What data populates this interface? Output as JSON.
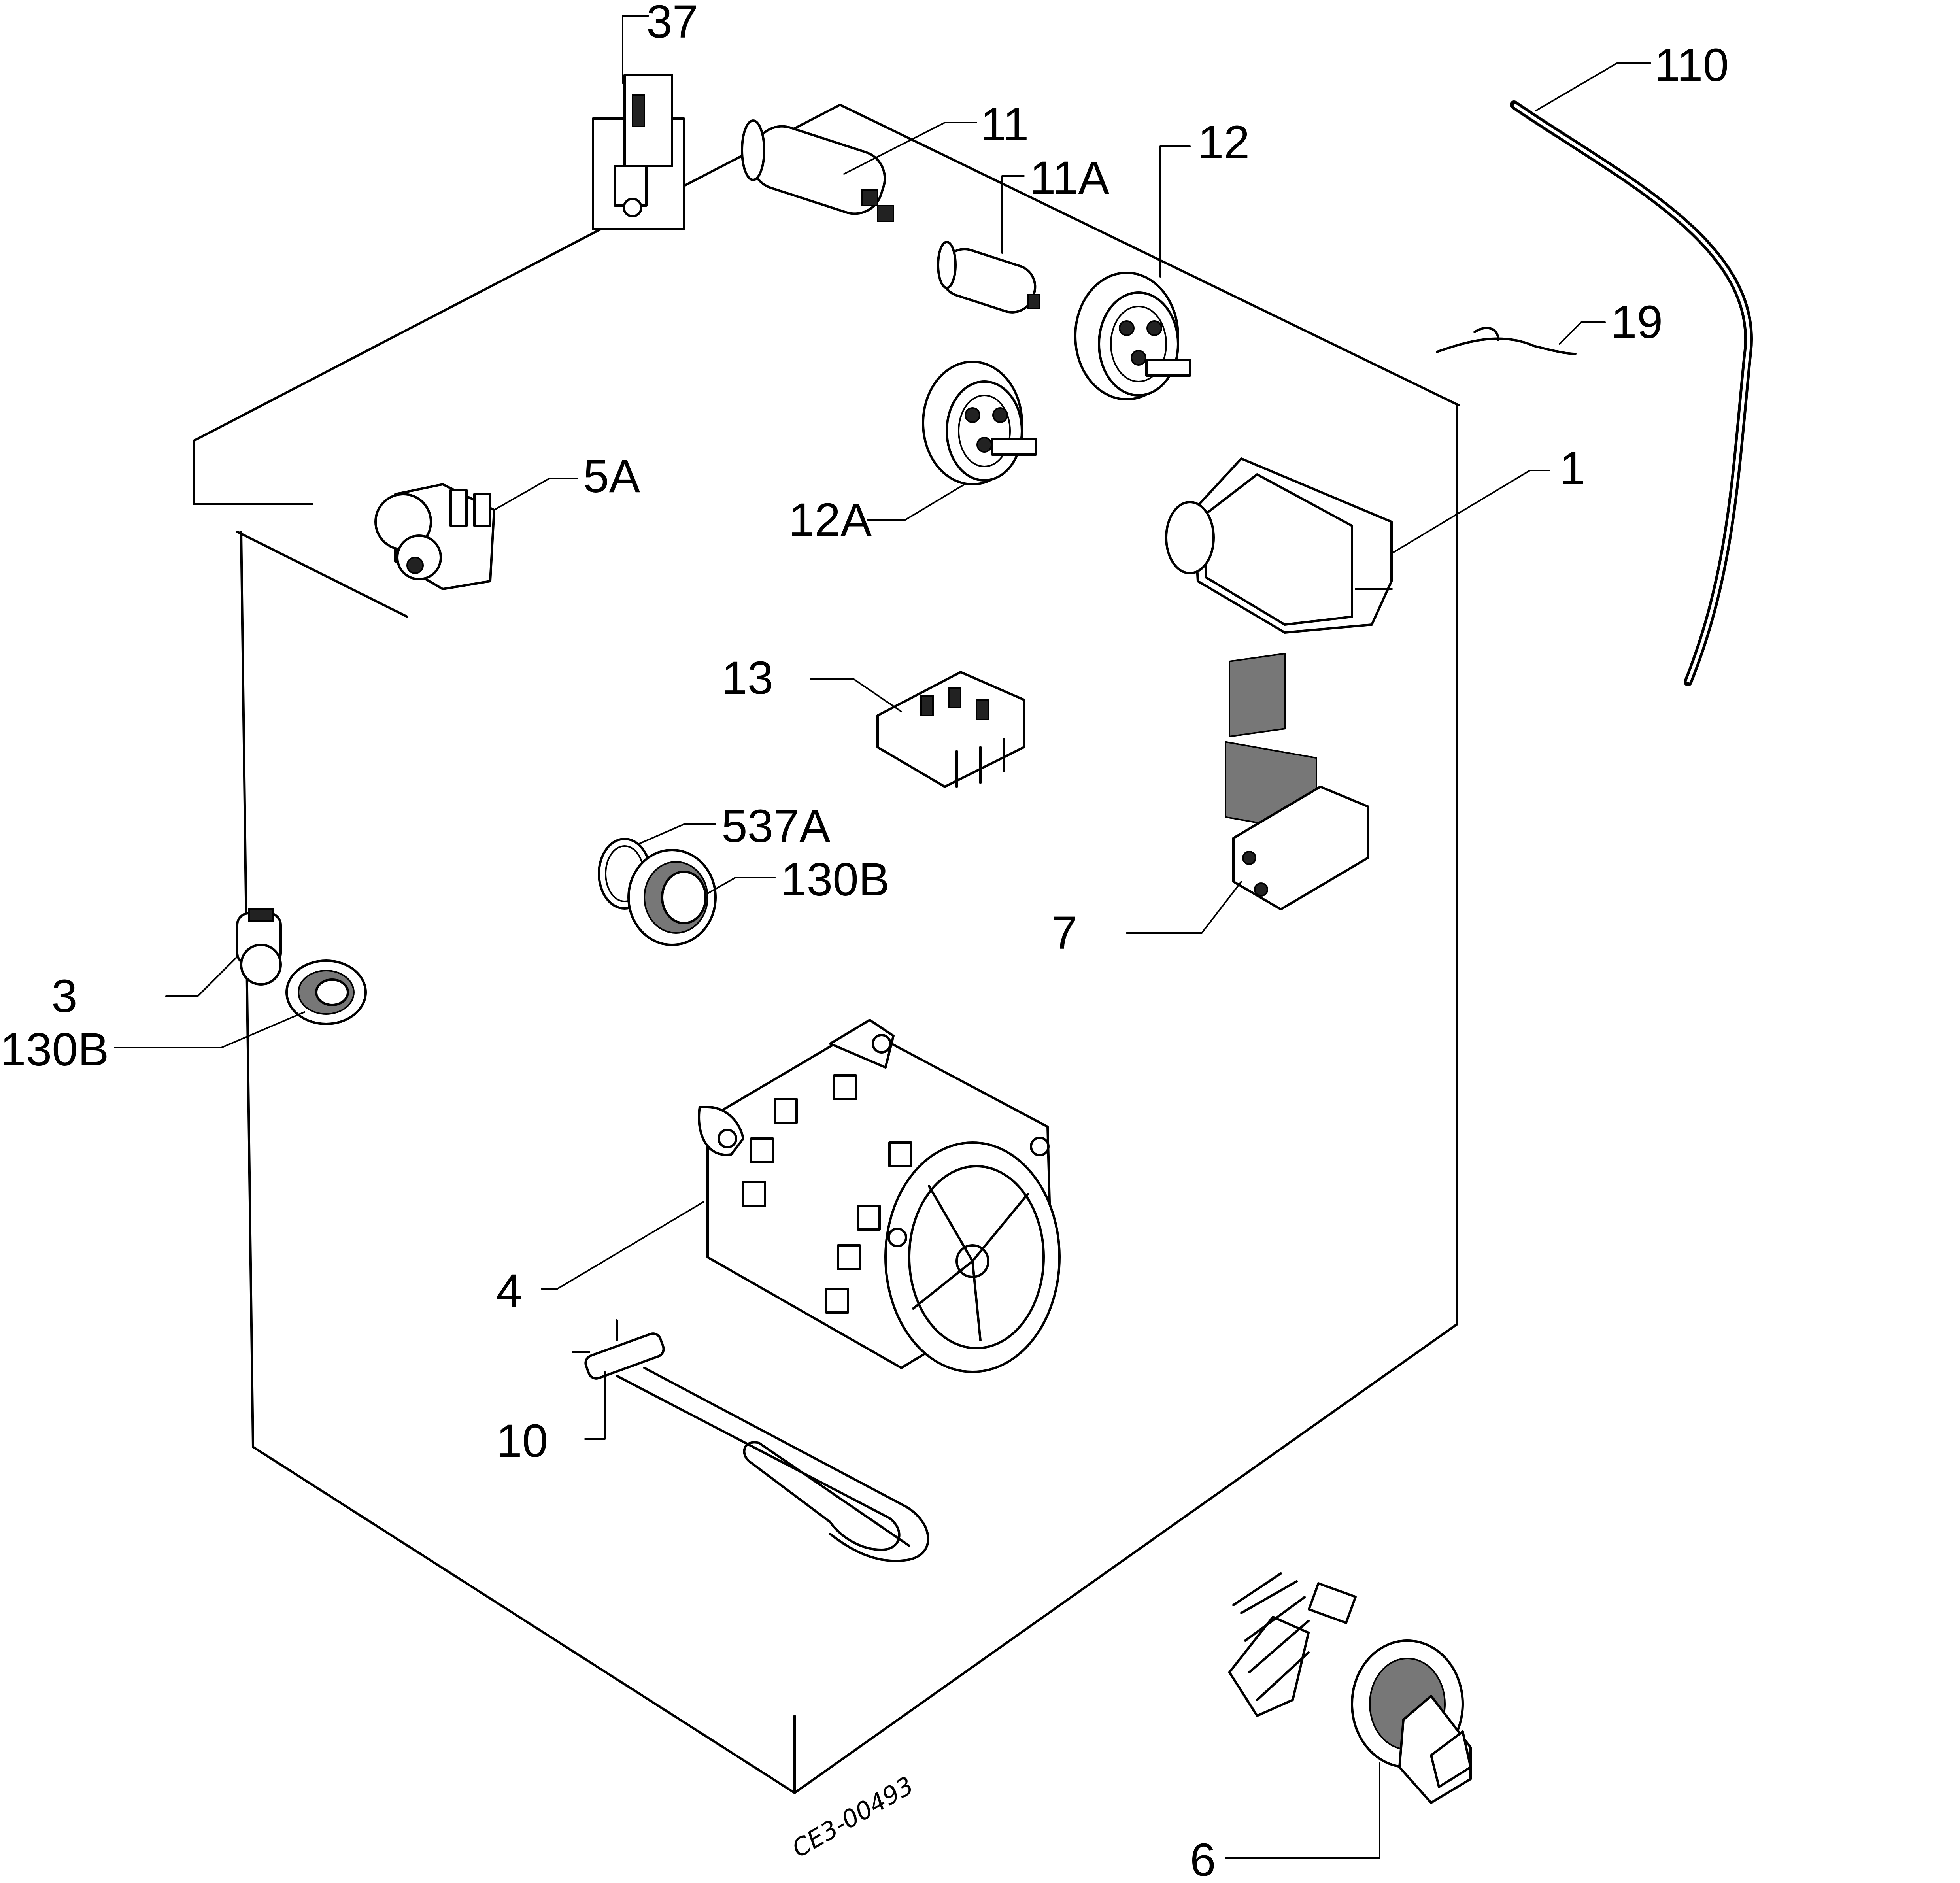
{
  "labels": {
    "p37": "37",
    "p11": "11",
    "p11a": "11A",
    "p12": "12",
    "p110": "110",
    "p19": "19",
    "p1": "1",
    "p5a": "5A",
    "p12a": "12A",
    "p13": "13",
    "p537a": "537A",
    "p130b_mid": "130B",
    "p7": "7",
    "p3": "3",
    "p130b_left": "130B",
    "p4": "4",
    "p10": "10",
    "p6": "6"
  },
  "drawing_code": "CE3-00493"
}
